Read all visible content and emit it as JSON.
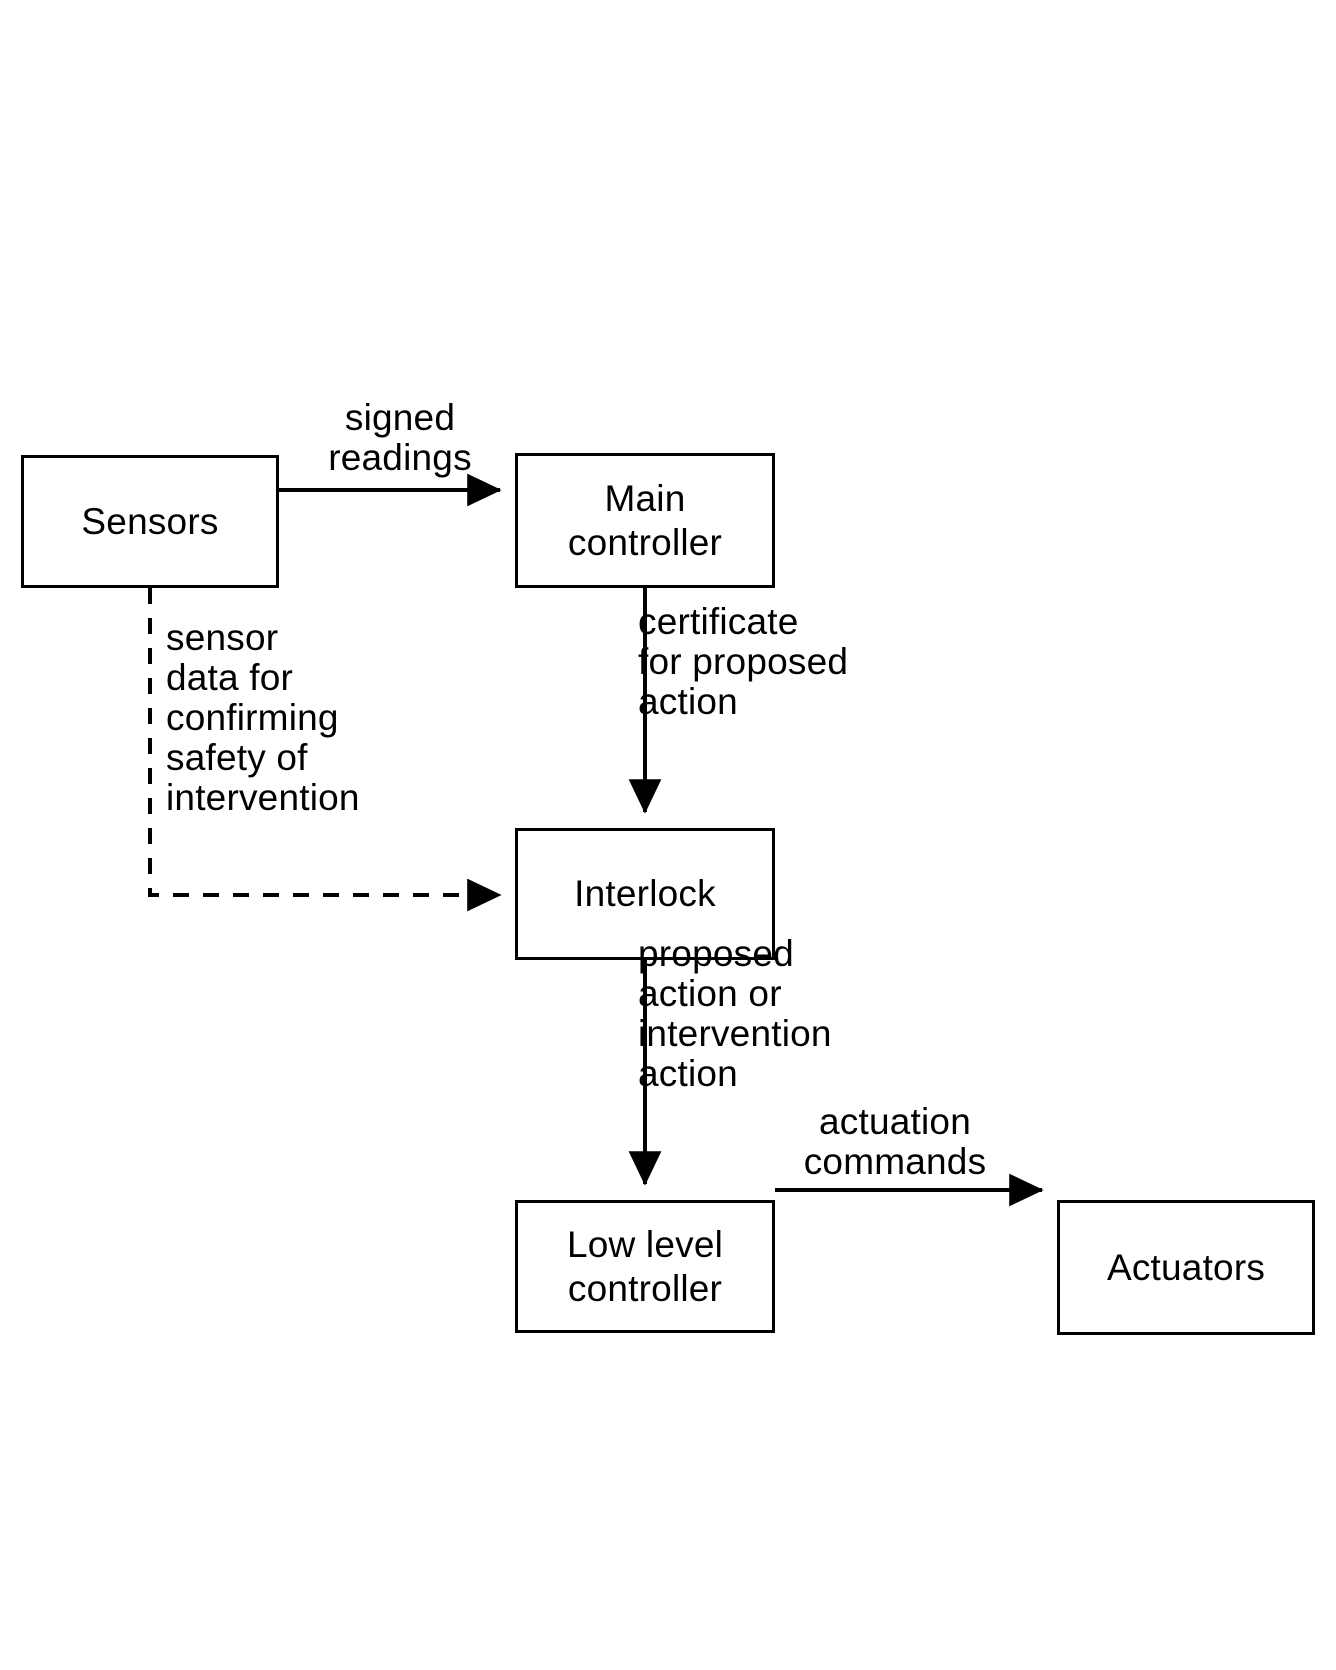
{
  "diagram": {
    "title": "Interlock safety architecture block diagram",
    "stroke_color": "#000000",
    "background_color": "#ffffff",
    "nodes": [
      {
        "id": "sensors",
        "label": "Sensors"
      },
      {
        "id": "main_controller",
        "label": "Main\ncontroller"
      },
      {
        "id": "interlock",
        "label": "Interlock"
      },
      {
        "id": "low_level",
        "label": "Low level\ncontroller"
      },
      {
        "id": "actuators",
        "label": "Actuators"
      }
    ],
    "edges": [
      {
        "id": "sensors_to_main",
        "from": "sensors",
        "to": "main_controller",
        "style": "solid",
        "label": "signed\nreadings"
      },
      {
        "id": "sensors_to_interlock",
        "from": "sensors",
        "to": "interlock",
        "style": "dashed",
        "label": "sensor\ndata for\nconfirming\nsafety of\nintervention"
      },
      {
        "id": "main_to_interlock",
        "from": "main_controller",
        "to": "interlock",
        "style": "solid",
        "label": "certificate\nfor proposed\naction"
      },
      {
        "id": "interlock_to_low_level",
        "from": "interlock",
        "to": "low_level",
        "style": "solid",
        "label": "proposed\naction or\nintervention\naction"
      },
      {
        "id": "low_level_to_actuators",
        "from": "low_level",
        "to": "actuators",
        "style": "solid",
        "label": "actuation\ncommands"
      }
    ]
  }
}
